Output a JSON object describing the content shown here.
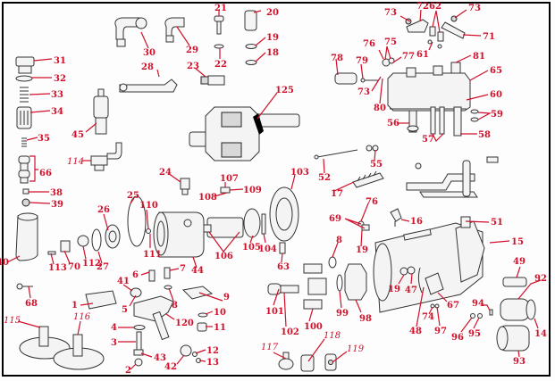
{
  "diagram": {
    "title": "Injection pump exploded parts diagram",
    "label_color": "#d0102a",
    "labels": [
      {
        "id": "1",
        "text": "1"
      },
      {
        "id": "2",
        "text": "2"
      },
      {
        "id": "3",
        "text": "3"
      },
      {
        "id": "4",
        "text": "4"
      },
      {
        "id": "5",
        "text": "5"
      },
      {
        "id": "6",
        "text": "6"
      },
      {
        "id": "7",
        "text": "7"
      },
      {
        "id": "8a",
        "text": "8"
      },
      {
        "id": "8b",
        "text": "8"
      },
      {
        "id": "9",
        "text": "9"
      },
      {
        "id": "10",
        "text": "10"
      },
      {
        "id": "11",
        "text": "11"
      },
      {
        "id": "12",
        "text": "12"
      },
      {
        "id": "13",
        "text": "13"
      },
      {
        "id": "14",
        "text": "14"
      },
      {
        "id": "15",
        "text": "15"
      },
      {
        "id": "16",
        "text": "16"
      },
      {
        "id": "17",
        "text": "17"
      },
      {
        "id": "18",
        "text": "18"
      },
      {
        "id": "19a",
        "text": "19"
      },
      {
        "id": "19b",
        "text": "19"
      },
      {
        "id": "19c",
        "text": "19"
      },
      {
        "id": "20",
        "text": "20"
      },
      {
        "id": "21",
        "text": "21"
      },
      {
        "id": "22",
        "text": "22"
      },
      {
        "id": "23",
        "text": "23"
      },
      {
        "id": "24",
        "text": "24"
      },
      {
        "id": "25",
        "text": "25"
      },
      {
        "id": "26",
        "text": "26"
      },
      {
        "id": "27",
        "text": "27"
      },
      {
        "id": "28",
        "text": "28"
      },
      {
        "id": "29",
        "text": "29"
      },
      {
        "id": "30",
        "text": "30"
      },
      {
        "id": "31",
        "text": "31"
      },
      {
        "id": "32",
        "text": "32"
      },
      {
        "id": "33",
        "text": "33"
      },
      {
        "id": "34",
        "text": "34"
      },
      {
        "id": "35",
        "text": "35"
      },
      {
        "id": "38",
        "text": "38"
      },
      {
        "id": "39",
        "text": "39"
      },
      {
        "id": "40",
        "text": "40"
      },
      {
        "id": "41",
        "text": "41"
      },
      {
        "id": "42",
        "text": "42"
      },
      {
        "id": "43",
        "text": "43"
      },
      {
        "id": "44",
        "text": "44"
      },
      {
        "id": "45",
        "text": "45"
      },
      {
        "id": "47",
        "text": "47"
      },
      {
        "id": "48",
        "text": "48"
      },
      {
        "id": "49",
        "text": "49"
      },
      {
        "id": "51",
        "text": "51"
      },
      {
        "id": "52",
        "text": "52"
      },
      {
        "id": "55",
        "text": "55"
      },
      {
        "id": "56",
        "text": "56"
      },
      {
        "id": "57",
        "text": "57"
      },
      {
        "id": "58",
        "text": "58"
      },
      {
        "id": "59",
        "text": "59"
      },
      {
        "id": "60",
        "text": "60"
      },
      {
        "id": "61",
        "text": "61"
      },
      {
        "id": "62",
        "text": "62"
      },
      {
        "id": "63",
        "text": "63"
      },
      {
        "id": "65",
        "text": "65"
      },
      {
        "id": "66",
        "text": "66"
      },
      {
        "id": "67",
        "text": "67"
      },
      {
        "id": "68",
        "text": "68"
      },
      {
        "id": "69",
        "text": "69"
      },
      {
        "id": "70",
        "text": "70"
      },
      {
        "id": "71",
        "text": "71"
      },
      {
        "id": "72",
        "text": "72"
      },
      {
        "id": "73a",
        "text": "73"
      },
      {
        "id": "73b",
        "text": "73"
      },
      {
        "id": "73c",
        "text": "73"
      },
      {
        "id": "74",
        "text": "74"
      },
      {
        "id": "75",
        "text": "75"
      },
      {
        "id": "76a",
        "text": "76"
      },
      {
        "id": "76b",
        "text": "76"
      },
      {
        "id": "77",
        "text": "77"
      },
      {
        "id": "78",
        "text": "78"
      },
      {
        "id": "79",
        "text": "79"
      },
      {
        "id": "80",
        "text": "80"
      },
      {
        "id": "81",
        "text": "81"
      },
      {
        "id": "92",
        "text": "92"
      },
      {
        "id": "93",
        "text": "93"
      },
      {
        "id": "94",
        "text": "94"
      },
      {
        "id": "95",
        "text": "95"
      },
      {
        "id": "96",
        "text": "96"
      },
      {
        "id": "97",
        "text": "97"
      },
      {
        "id": "98",
        "text": "98"
      },
      {
        "id": "99",
        "text": "99"
      },
      {
        "id": "100",
        "text": "100"
      },
      {
        "id": "101",
        "text": "101"
      },
      {
        "id": "102",
        "text": "102"
      },
      {
        "id": "103",
        "text": "103"
      },
      {
        "id": "104",
        "text": "104"
      },
      {
        "id": "105",
        "text": "105"
      },
      {
        "id": "106",
        "text": "106"
      },
      {
        "id": "107",
        "text": "107"
      },
      {
        "id": "108",
        "text": "108"
      },
      {
        "id": "109",
        "text": "109"
      },
      {
        "id": "110",
        "text": "110"
      },
      {
        "id": "111",
        "text": "111"
      },
      {
        "id": "112",
        "text": "112"
      },
      {
        "id": "113",
        "text": "113"
      },
      {
        "id": "114",
        "text": "114"
      },
      {
        "id": "115",
        "text": "115"
      },
      {
        "id": "116",
        "text": "116"
      },
      {
        "id": "117",
        "text": "117"
      },
      {
        "id": "118",
        "text": "118"
      },
      {
        "id": "119",
        "text": "119"
      },
      {
        "id": "120",
        "text": "120"
      },
      {
        "id": "125",
        "text": "125"
      }
    ]
  }
}
